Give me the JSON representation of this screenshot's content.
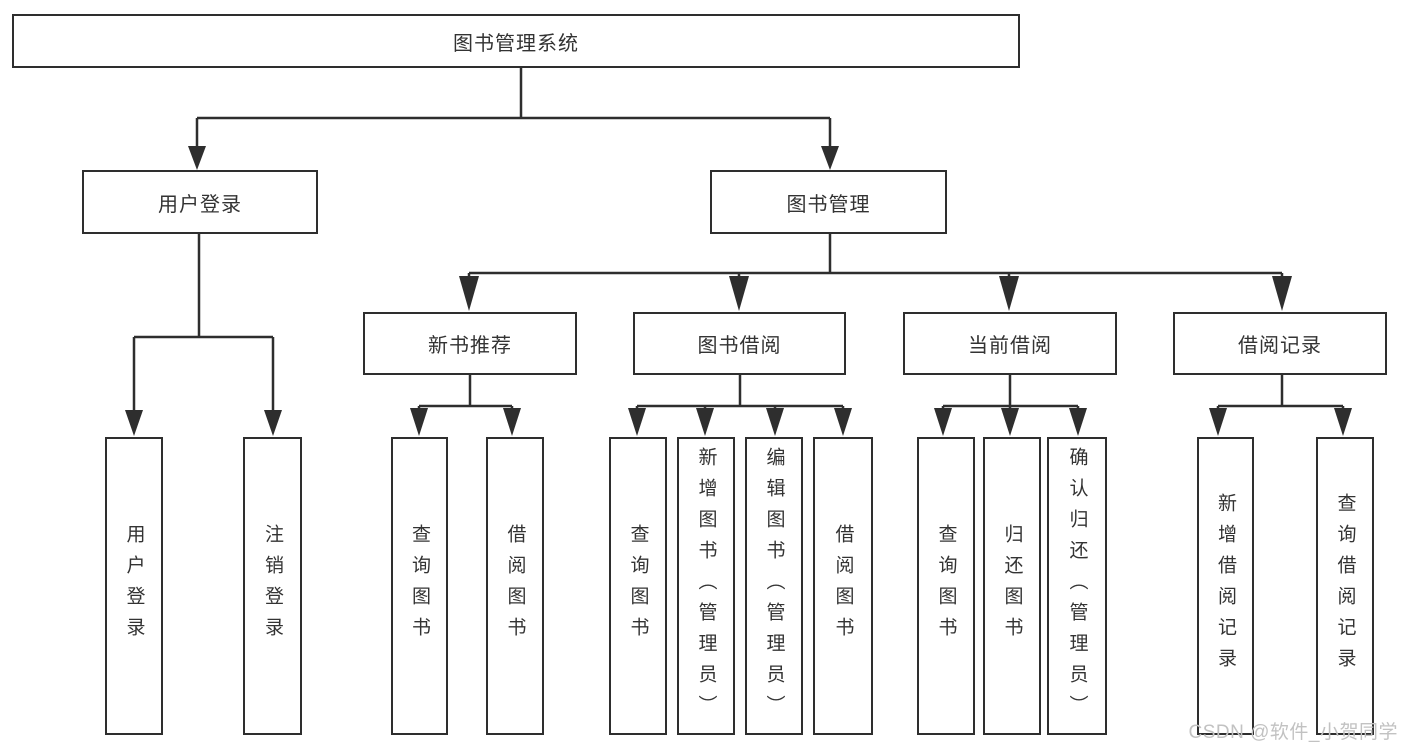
{
  "tree": {
    "label": "图书管理系统",
    "children": [
      {
        "label": "用户登录",
        "children": [
          {
            "label": "用户登录"
          },
          {
            "label": "注销登录"
          }
        ]
      },
      {
        "label": "图书管理",
        "children": [
          {
            "label": "新书推荐",
            "children": [
              {
                "label": "查询图书"
              },
              {
                "label": "借阅图书"
              }
            ]
          },
          {
            "label": "图书借阅",
            "children": [
              {
                "label": "查询图书"
              },
              {
                "label": "新增图书（管理员）"
              },
              {
                "label": "编辑图书（管理员）"
              },
              {
                "label": "借阅图书"
              }
            ]
          },
          {
            "label": "当前借阅",
            "children": [
              {
                "label": "查询图书"
              },
              {
                "label": "归还图书"
              },
              {
                "label": "确认归还（管理员）"
              }
            ]
          },
          {
            "label": "借阅记录",
            "children": [
              {
                "label": "新增借阅记录"
              },
              {
                "label": "查询借阅记录"
              }
            ]
          }
        ]
      }
    ]
  },
  "watermark": {
    "text": "CSDN @软件_小贺同学"
  },
  "colors": {
    "line": "#2e2e2e",
    "text": "#333333",
    "watermark": "#c2c2c2",
    "background": "#ffffff"
  }
}
